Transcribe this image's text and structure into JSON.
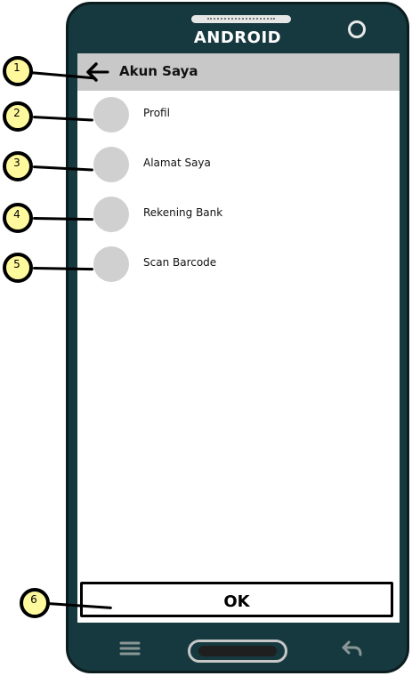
{
  "device": {
    "brand": "ANDROID"
  },
  "app": {
    "title": "Akun Saya"
  },
  "menu": {
    "items": [
      {
        "label": "Profil"
      },
      {
        "label": "Alamat Saya"
      },
      {
        "label": "Rekening Bank"
      },
      {
        "label": "Scan Barcode"
      }
    ]
  },
  "footer": {
    "ok_label": "OK"
  },
  "callouts": [
    "1",
    "2",
    "3",
    "4",
    "5",
    "6"
  ],
  "colors": {
    "device": "#16393f",
    "appbar": "#c8c8c8",
    "avatar": "#d0d0d0",
    "callout": "#fff99e"
  },
  "icons": {
    "back": "arrow-left-icon",
    "menu": "hamburger-menu-icon",
    "home": "home-button",
    "return": "return-icon",
    "camera": "camera-icon",
    "speaker": "speaker-grill-icon"
  }
}
